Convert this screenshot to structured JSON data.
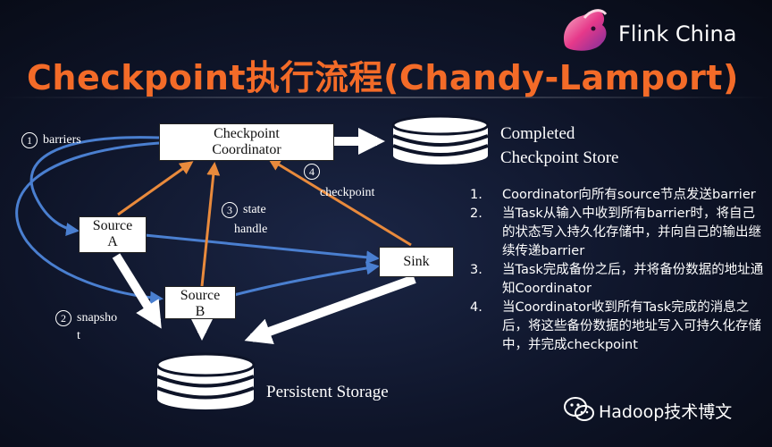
{
  "brand": {
    "name": "Flink China"
  },
  "title": "Checkpoint执行流程(Chandy-Lamport)",
  "nodes": {
    "coordinator": {
      "line1": "Checkpoint",
      "line2": "Coordinator"
    },
    "source_a": {
      "line1": "Source",
      "line2": "A"
    },
    "source_b": {
      "line1": "Source",
      "line2": "B"
    },
    "sink": "Sink",
    "completed_store": {
      "line1": "Completed",
      "line2": "Checkpoint Store"
    },
    "persistent_storage": "Persistent Storage"
  },
  "labels": {
    "step1": {
      "num": "1",
      "text": "barriers"
    },
    "step2": {
      "num": "2",
      "text1": "snapsho",
      "text2": "t"
    },
    "step3": {
      "num": "3",
      "text1": "state",
      "text2": "handle"
    },
    "step4": {
      "num": "4",
      "text": "checkpoint"
    }
  },
  "steps": [
    {
      "num": "1.",
      "text": "Coordinator向所有source节点发送barrier"
    },
    {
      "num": "2.",
      "text": "当Task从输入中收到所有barrier时，将自己的状态写入持久化存储中，并向自己的输出继续传递barrier"
    },
    {
      "num": "3.",
      "text": "当Task完成备份之后，并将备份数据的地址通知Coordinator"
    },
    {
      "num": "4.",
      "text": "当Coordinator收到所有Task完成的消息之后，将这些备份数据的地址写入可持久化存储中，并完成checkpoint"
    }
  ],
  "footer": {
    "text": "Hadoop技术博文"
  },
  "colors": {
    "title": "#f36b28",
    "blue_arrow": "#4a7fd0",
    "orange_arrow": "#e98a3c",
    "white_arrow": "#ffffff"
  },
  "icons": {
    "logo": "squirrel-logo-icon",
    "wechat": "wechat-icon"
  }
}
